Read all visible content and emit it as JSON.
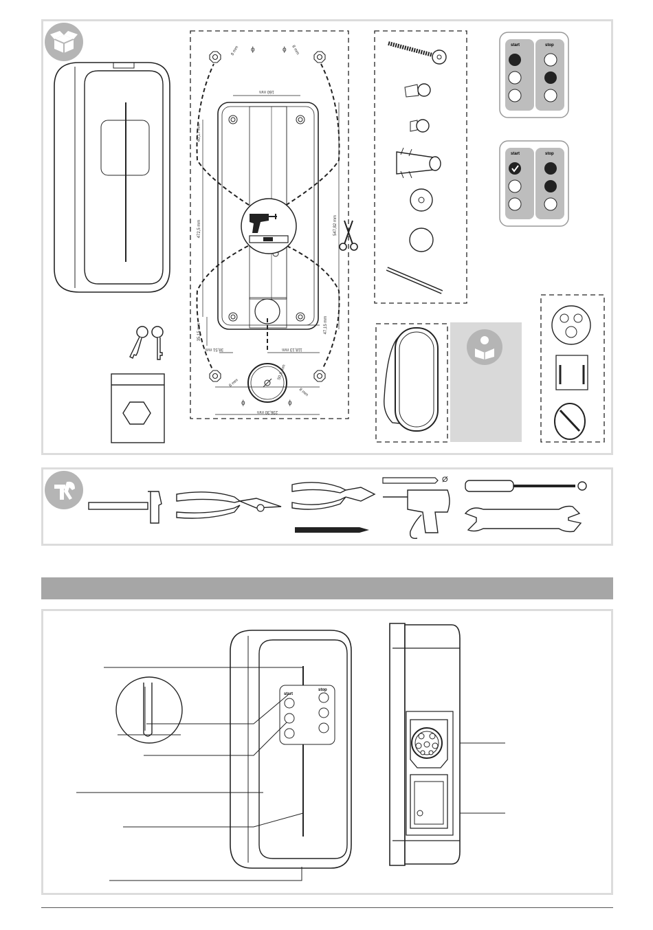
{
  "dimensions": {
    "hole_top_left": "8 mm",
    "hole_top_right": "8 mm",
    "hole_bottom_left": "8 mm",
    "hole_bottom_right": "8 mm",
    "hole_symbol": "ϕ",
    "width_top": "160 mm",
    "top_offset": "40,17 mm",
    "height_left": "472,5 mm",
    "height_right": "547,82 mm",
    "bottom_left_offset": "35,15 mm",
    "bottom_right_offset": "47,15 mm",
    "left_small": "38,51 mm",
    "right_to_center": "118,13 mm",
    "bottom_width": "236,30 mm",
    "cable_entry": "50,8 mm"
  },
  "sticker_labels": {
    "start": "start",
    "stop": "stop"
  },
  "tools": {
    "drill_bit_symbol": "Ø"
  },
  "colors": {
    "panel_border": "#dcdcdc",
    "icon_grey": "#b5b5b5",
    "section_bar": "#a6a6a6",
    "manual_box": "#d9d9d9"
  },
  "icons": [
    "box-open-icon",
    "tools-icon",
    "read-manual-icon",
    "scissors-icon",
    "drill-icon",
    "spirit-level-icon"
  ]
}
